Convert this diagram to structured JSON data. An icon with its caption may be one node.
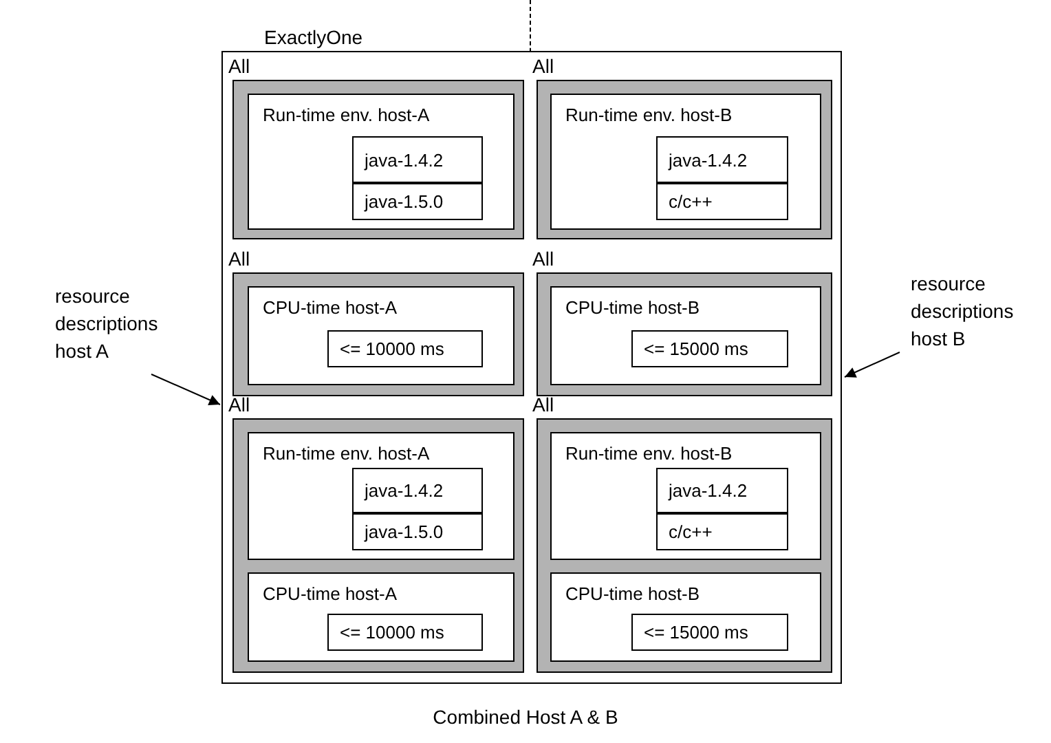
{
  "diagram": {
    "caption": "Combined Host A & B",
    "nodes": [
      {
        "text": [
          "ExactlyOne"
        ]
      },
      {
        "text": [
          "All"
        ],
        "in": 0
      },
      {
        "text": [
          "Run-time env. host-A"
        ],
        "in": 1
      },
      {
        "text": [
          "java-1.4.2"
        ],
        "in": 2
      },
      {
        "text": [
          "java-1.5.0"
        ],
        "in": 2
      },
      {
        "text": [
          "All"
        ],
        "in": 0
      },
      {
        "text": [
          "Run-time env. host-B"
        ],
        "in": 5
      },
      {
        "text": [
          "java-1.4.2"
        ],
        "in": 6
      },
      {
        "text": [
          "c/c++"
        ],
        "in": 6
      },
      {
        "text": [
          "All"
        ],
        "in": 0
      },
      {
        "text": [
          "CPU-time host-A"
        ],
        "in": 9
      },
      {
        "text": [
          "<= 10000 ms"
        ],
        "in": 10
      },
      {
        "text": [
          "All"
        ],
        "in": 0
      },
      {
        "text": [
          "CPU-time host-B"
        ],
        "in": 12
      },
      {
        "text": [
          "<= 15000 ms"
        ],
        "in": 13
      },
      {
        "text": [
          "All"
        ],
        "in": 0
      },
      {
        "text": [
          "Run-time env. host-A"
        ],
        "in": 15
      },
      {
        "text": [
          "java-1.4.2"
        ],
        "in": 16
      },
      {
        "text": [
          "java-1.5.0"
        ],
        "in": 16
      },
      {
        "text": [
          "CPU-time host-A"
        ],
        "in": 15
      },
      {
        "text": [
          "<= 10000 ms"
        ],
        "in": 19
      },
      {
        "text": [
          "All"
        ],
        "in": 0
      },
      {
        "text": [
          "Run-time env. host-B"
        ],
        "in": 21
      },
      {
        "text": [
          "java-1.4.2"
        ],
        "in": 22
      },
      {
        "text": [
          "c/c++"
        ],
        "in": 22
      },
      {
        "text": [
          "CPU-time host-B"
        ],
        "in": 21
      },
      {
        "text": [
          "<= 15000 ms"
        ],
        "in": 25
      },
      {
        "text": [
          "resource descriptions host A"
        ]
      },
      {
        "text": [
          "resource descriptions host B"
        ]
      }
    ],
    "edges": [
      {
        "from": 27,
        "to": 0,
        "arrow": "to"
      },
      {
        "from": 28,
        "to": 0,
        "arrow": "to"
      }
    ]
  }
}
